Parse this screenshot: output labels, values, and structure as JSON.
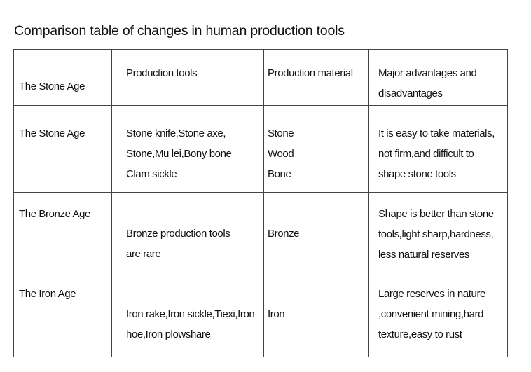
{
  "title": "Comparison table of changes in human production tools",
  "table": {
    "headers": [
      "The Stone Age",
      "Production tools",
      "Production material",
      "Major advantages and disadvantages"
    ],
    "rows": [
      {
        "age": "The Stone Age",
        "tools": "Stone knife,Stone axe,\nStone,Mu lei,Bony bone\nClam sickle",
        "material": "Stone\nWood\nBone",
        "notes": "It is easy to take materials,\nnot firm,and difficult to\nshape stone tools"
      },
      {
        "age": "The Bronze Age",
        "tools": "Bronze production tools\nare rare",
        "material": "Bronze",
        "notes": "Shape is better than stone\ntools,light sharp,hardness,\nless natural reserves"
      },
      {
        "age": "The Iron Age",
        "tools": "Iron rake,Iron sickle,Tiexi,Iron\nhoe,Iron plowshare",
        "material": "Iron",
        "notes": "Large reserves in nature\n,convenient mining,hard\ntexture,easy to rust"
      }
    ]
  }
}
